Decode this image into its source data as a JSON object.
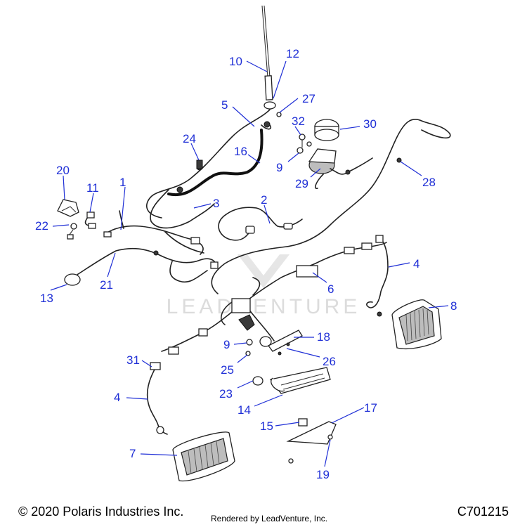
{
  "watermark": "LEADVENTURE",
  "callouts": [
    "10",
    "12",
    "27",
    "5",
    "32",
    "30",
    "24",
    "16",
    "9",
    "29",
    "28",
    "20",
    "11",
    "1",
    "3",
    "2",
    "22",
    "4",
    "6",
    "21",
    "13",
    "8",
    "18",
    "9",
    "26",
    "25",
    "31",
    "23",
    "4",
    "14",
    "17",
    "15",
    "7",
    "19"
  ],
  "footer": {
    "copyright": "© 2020 Polaris Industries Inc.",
    "rendered_by": "Rendered by LeadVenture, Inc.",
    "diagram_code": "C701215"
  }
}
